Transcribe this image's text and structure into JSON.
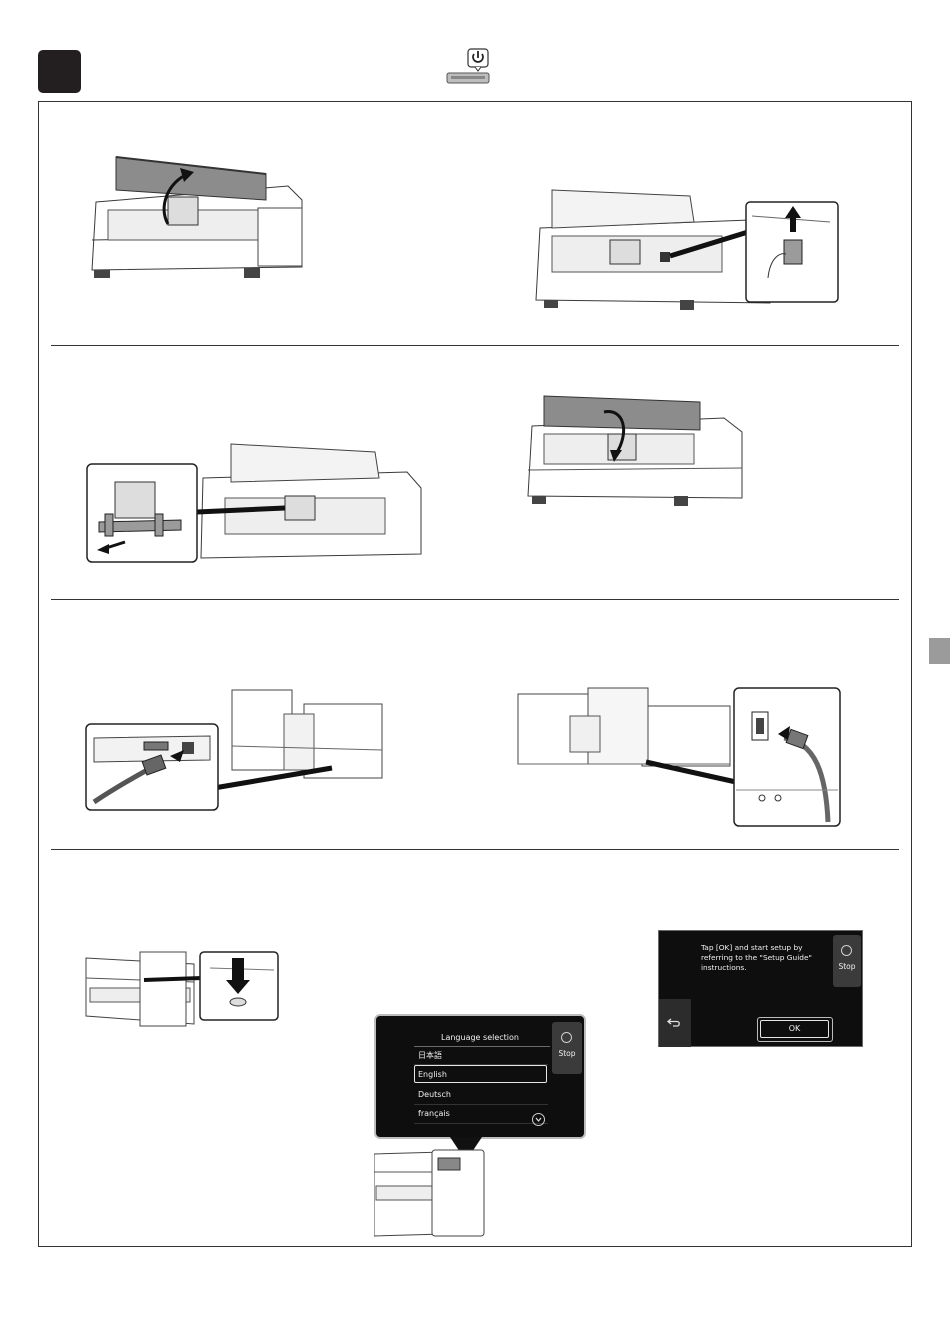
{
  "screen_finish": {
    "message": "Tap [OK] and start setup by referring to the \"Setup Guide\" instructions.",
    "stop_label": "Stop",
    "ok_label": "OK",
    "back_icon": "back-arrow-icon"
  },
  "screen_language": {
    "title": "Language selection",
    "items": [
      "日本語",
      "English",
      "Deutsch",
      "français"
    ],
    "selected": "English",
    "stop_label": "Stop",
    "scroll_icon": "chevron-down-icon"
  },
  "icons": {
    "power": "power-icon",
    "arrow": "arrow-icon"
  },
  "colors": {
    "badge": "#231f20",
    "screen_bg": "#0e0e0e",
    "side_tab": "#9b9b9b"
  }
}
